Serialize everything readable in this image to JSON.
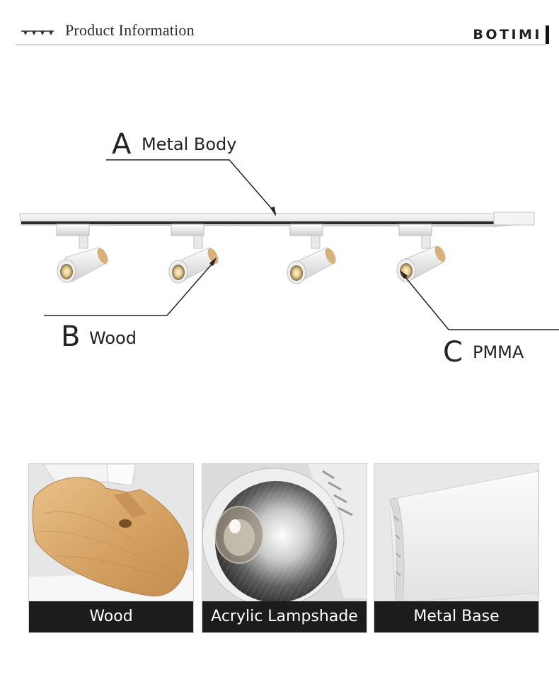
{
  "header": {
    "title": "Product Information",
    "brand": "BOTIMI",
    "deco_icon": "spotlights-icon"
  },
  "labels": {
    "a_letter": "A",
    "a_text": "Metal Body",
    "b_letter": "B",
    "b_text": "Wood",
    "c_letter": "C",
    "c_text": "PMMA"
  },
  "panels": [
    {
      "caption": "Wood"
    },
    {
      "caption": "Acrylic Lampshade"
    },
    {
      "caption": "Metal Base"
    }
  ],
  "colors": {
    "caption_bg": "#1c1c1c",
    "wood": "#d9ab6e",
    "track": "#f2f2f2"
  }
}
